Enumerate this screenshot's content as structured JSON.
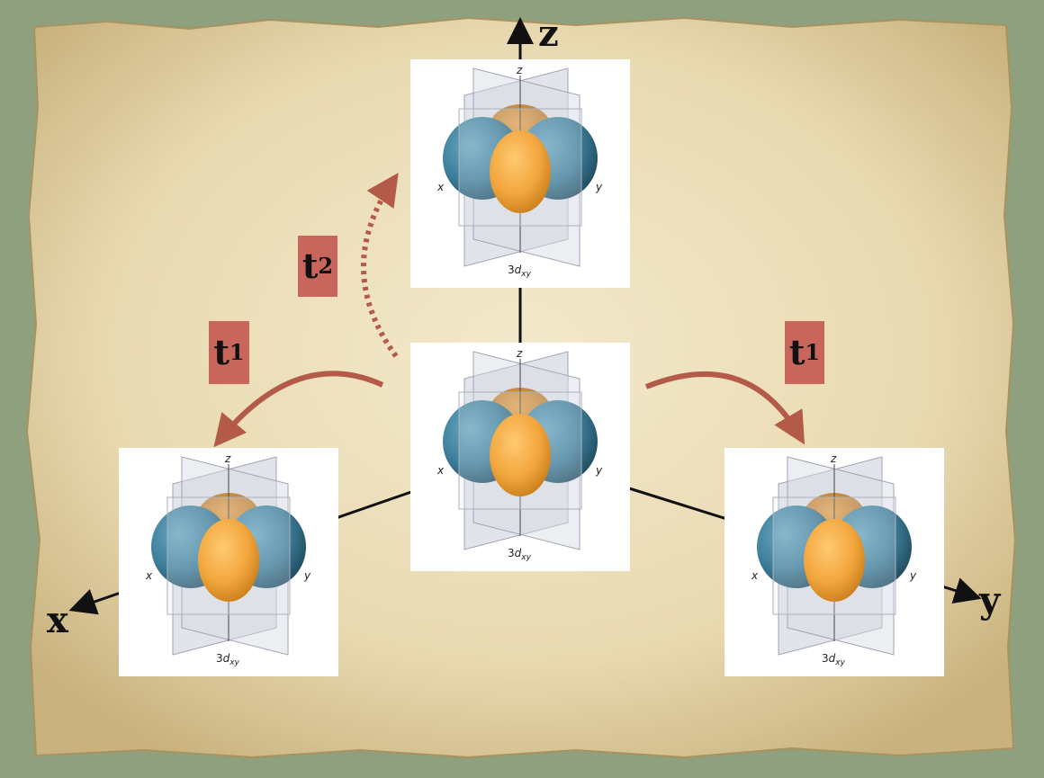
{
  "axes": {
    "x": "x",
    "y": "y",
    "z": "z"
  },
  "transforms": {
    "t1_base": "t",
    "t1_sub": "1",
    "t2_base": "t",
    "t2_sub": "2"
  },
  "orbital": {
    "axis_x": "x",
    "axis_y": "y",
    "axis_z": "z",
    "name_base": "3",
    "name_italic": "d",
    "name_sub": "xy"
  },
  "colors": {
    "paper": "#ede0bf",
    "teal_lobe": "#3d7f9b",
    "orange_lobe": "#f2a63d",
    "badge": "#c8665c",
    "arrow": "#b45a48"
  }
}
